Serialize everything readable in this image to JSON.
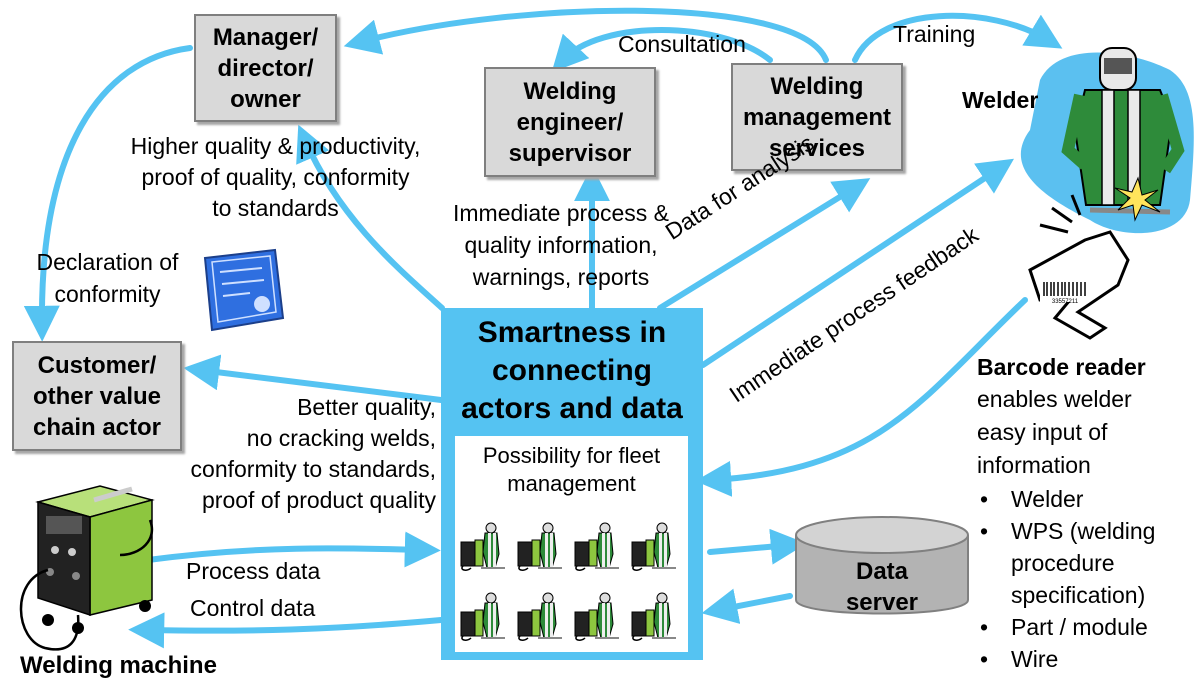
{
  "nodes": {
    "manager": "Manager/\ndirector/\nowner",
    "engineer": "Welding\nengineer/\nsupervisor",
    "services": "Welding\nmanagement\nservices",
    "customer": "Customer/\nother value\nchain actor",
    "hub_title": "Smartness in\nconnecting\nactors and data",
    "hub_sub": "Possibility for fleet\nmanagement",
    "server": "Data\nserver",
    "welder": "Welder",
    "machine": "Welding machine",
    "barcode_title": "Barcode reader",
    "barcode_desc": "enables welder\neasy input of\ninformation",
    "barcode_items": [
      "Welder",
      "WPS (welding\nprocedure\nspecification)",
      "Part / module",
      "Wire"
    ]
  },
  "labels": {
    "consultation": "Consultation",
    "training": "Training",
    "manager_benefits": "Higher quality & productivity,\nproof of quality, conformity\nto standards",
    "declaration": "Declaration of\nconformity",
    "immediate_info": "Immediate process &\nquality information,\nwarnings, reports",
    "data_analysis": "Data for analysis",
    "process_feedback": "Immediate process feedback",
    "customer_benefits": "Better quality,\nno cracking welds,\nconformity to standards,\nproof of product quality",
    "process_data": "Process data",
    "control_data": "Control data",
    "barcode_number": "33557211"
  },
  "colors": {
    "arrow": "#55c3f2",
    "hub": "#55c3f2",
    "box_fill": "#d9d9d9",
    "machine_green": "#8dc63f",
    "welder_green": "#2e8b3a",
    "blob": "#5bc0f0",
    "certificate": "#2f6fe0"
  },
  "icons": {
    "certificate": "certificate-icon",
    "welder": "welder-figure-icon",
    "barcode": "barcode-reader-icon",
    "machine": "welding-machine-icon",
    "server": "database-cylinder-icon"
  }
}
